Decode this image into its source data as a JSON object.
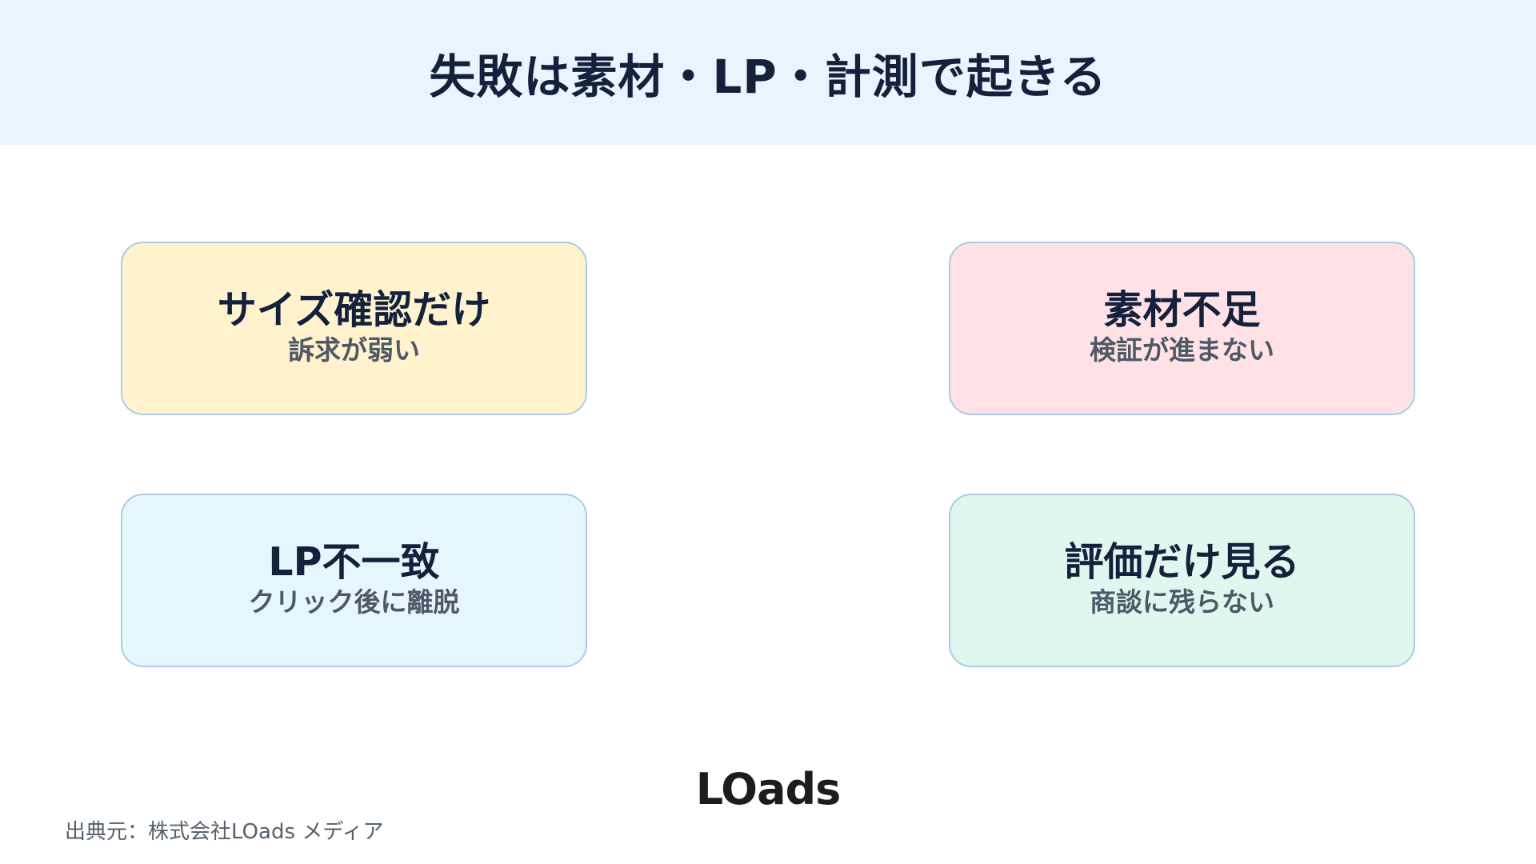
{
  "header": {
    "title": "失敗は素材・LP・計測で起きる",
    "background": "#e8f5fe"
  },
  "cards": [
    {
      "title": "サイズ確認だけ",
      "subtitle": "訴求が弱い",
      "background": "#fff2cc"
    },
    {
      "title": "素材不足",
      "subtitle": "検証が進まない",
      "background": "#ffe1e6"
    },
    {
      "title": "LP不一致",
      "subtitle": "クリック後に離脱",
      "background": "#e5f7fd"
    },
    {
      "title": "評価だけ見る",
      "subtitle": "商談に残らない",
      "background": "#e0f7ef"
    }
  ],
  "logo": {
    "text": "LOads"
  },
  "footer": {
    "source": "出典元：株式会社LOads メディア"
  },
  "colors": {
    "text": "#14213d",
    "subtext": "#4e5967",
    "border": "#a9cbe6"
  }
}
